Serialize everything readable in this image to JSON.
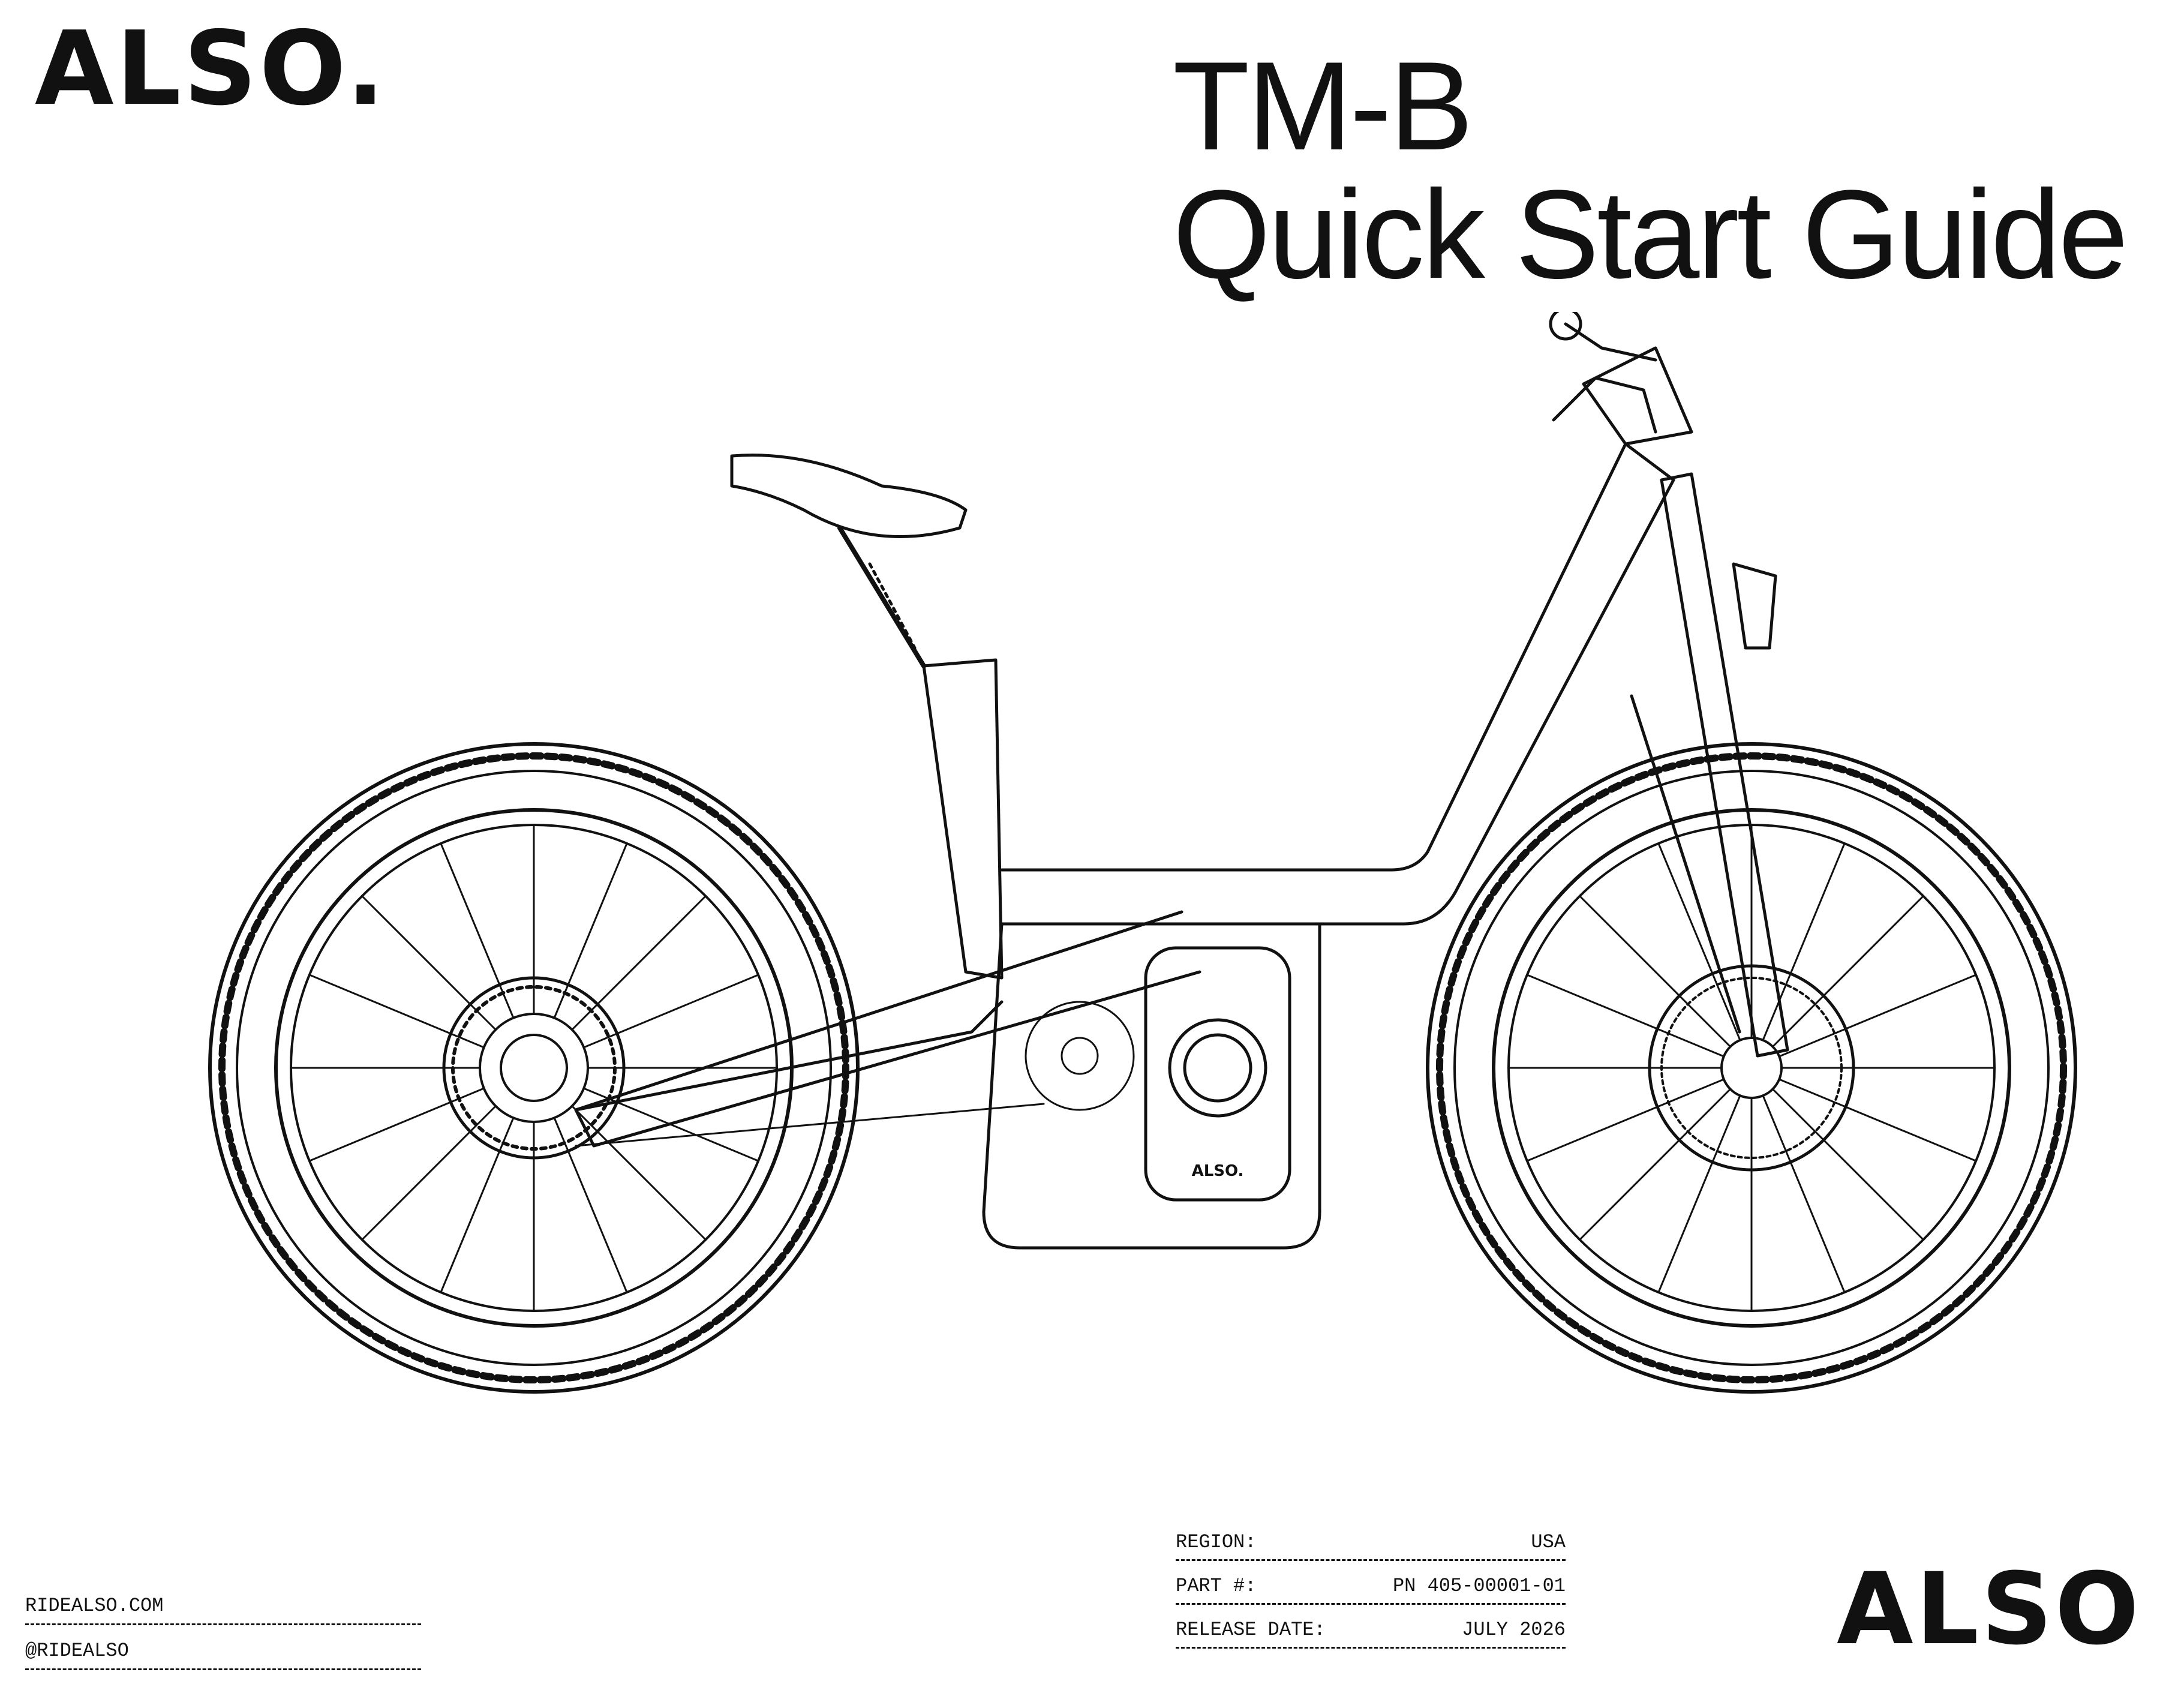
{
  "brand": {
    "logo_top": "ALSO.",
    "logo_bottom": "ALSO",
    "frame_badge": "ALSO."
  },
  "title": {
    "line1": "TM-B",
    "line2": "Quick Start Guide"
  },
  "contact": {
    "website": "RIDEALSO.COM",
    "handle": "@RIDEALSO"
  },
  "specs": [
    {
      "label": "REGION:",
      "value": "USA"
    },
    {
      "label": "PART #:",
      "value": "PN 405-00001-01"
    },
    {
      "label": "RELEASE DATE:",
      "value": "JULY 2026"
    }
  ],
  "illustration": {
    "subject": "e-bike line drawing, side view",
    "line_color": "#111111"
  }
}
